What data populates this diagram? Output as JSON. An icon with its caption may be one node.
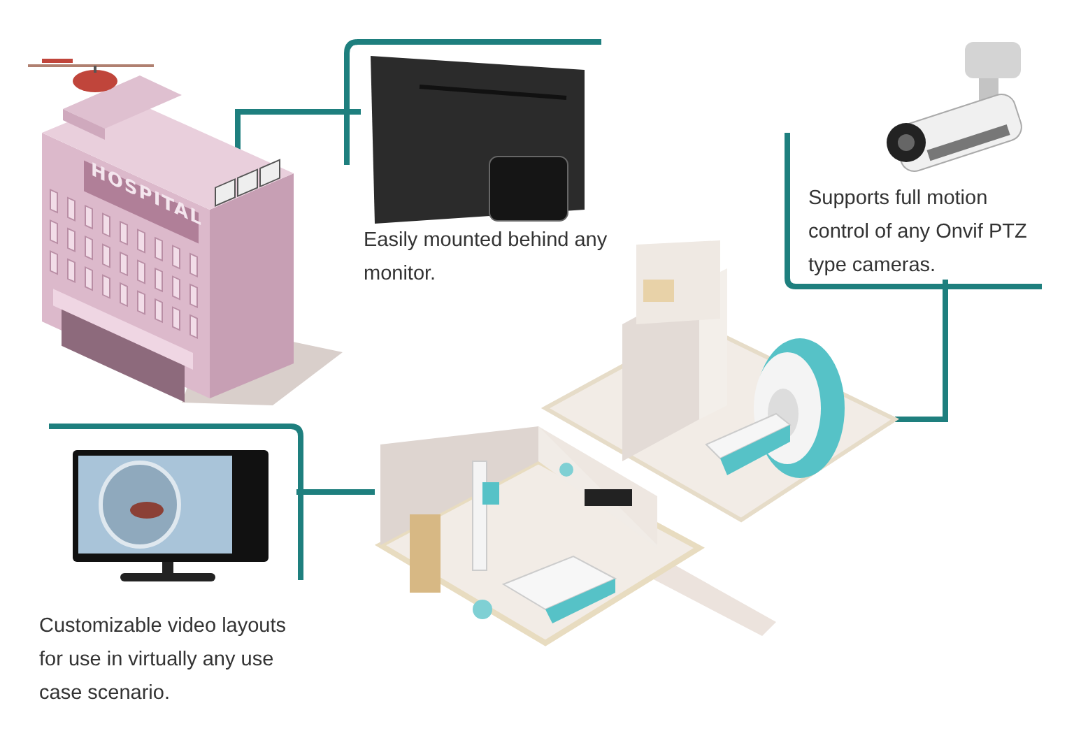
{
  "diagram": {
    "nodes": [
      {
        "text": [
          "HOSPITAL"
        ]
      },
      {
        "text": [],
        "shape": "picture",
        "beside": [
          "Easily mounted behind any monitor."
        ]
      },
      {
        "text": [],
        "shape": "picture",
        "beside": [
          "Supports full motion control of any Onvif PTZ type cameras."
        ]
      },
      {
        "text": [],
        "shape": "picture"
      },
      {
        "text": [],
        "shape": "picture",
        "beside": [
          "Customizable video layouts for use in virtually any use case scenario."
        ]
      },
      {
        "text": [],
        "shape": "picture"
      }
    ],
    "edges": [
      {
        "from": 0,
        "to": 1,
        "arrow": "none"
      },
      {
        "from": 2,
        "to": 3,
        "arrow": "none"
      },
      {
        "from": 4,
        "to": 5,
        "arrow": "none"
      }
    ]
  }
}
